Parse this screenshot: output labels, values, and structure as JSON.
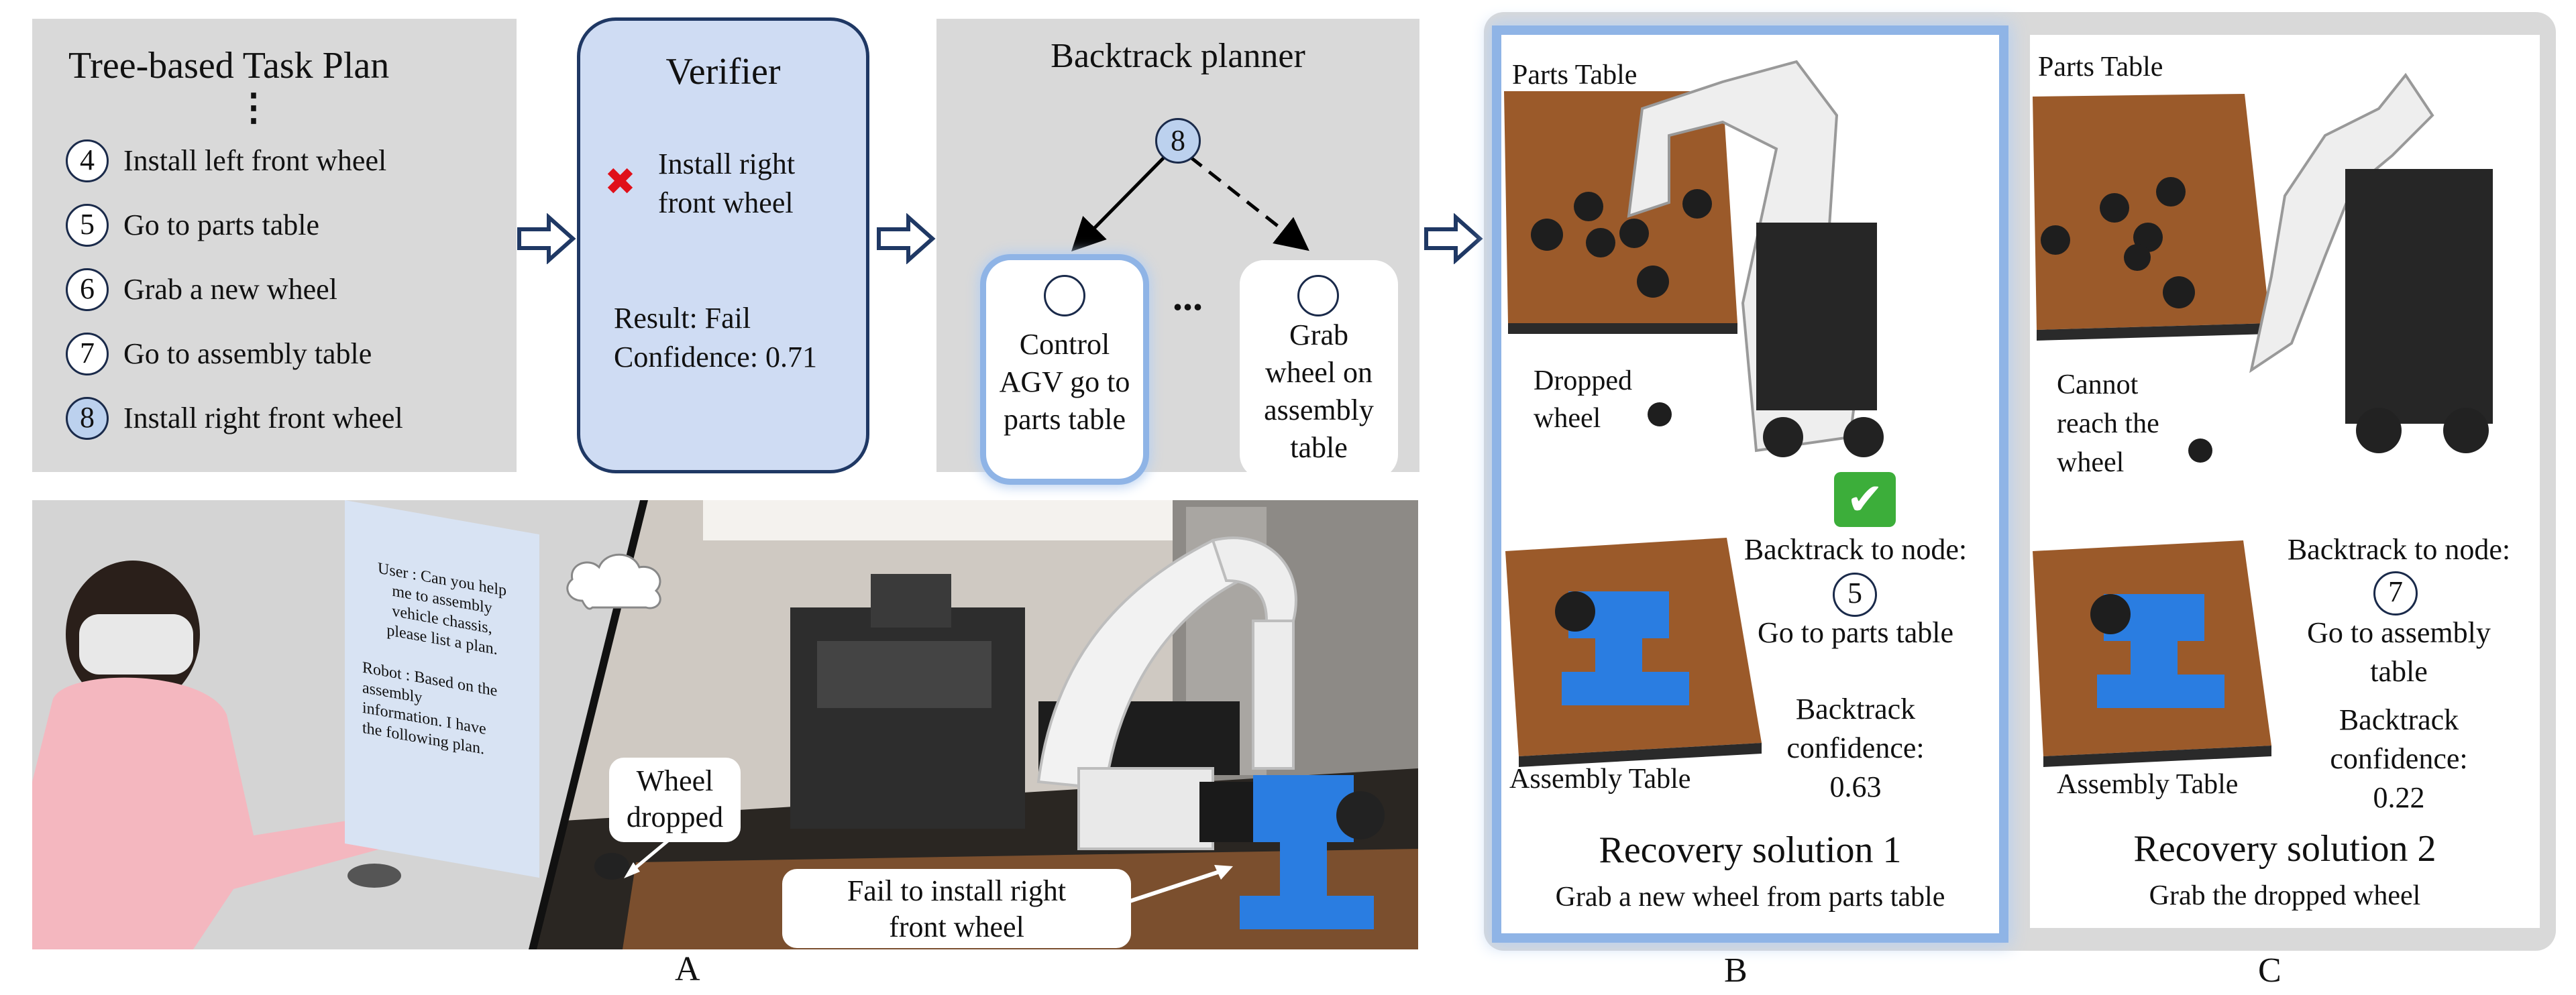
{
  "task_plan": {
    "title": "Tree-based Task Plan",
    "ellipsis": "⋮",
    "items": [
      {
        "num": "4",
        "label": "Install left front wheel"
      },
      {
        "num": "5",
        "label": "Go to parts table"
      },
      {
        "num": "6",
        "label": "Grab a new wheel"
      },
      {
        "num": "7",
        "label": "Go to assembly table"
      },
      {
        "num": "8",
        "label": "Install right front wheel"
      }
    ]
  },
  "verifier": {
    "title": "Verifier",
    "fail_mark": "✖",
    "task_line1": "Install right",
    "task_line2": "front wheel",
    "result": "Result: Fail",
    "confidence": "Confidence: 0.71"
  },
  "backtrack_planner": {
    "title": "Backtrack planner",
    "root": "8",
    "ellipsis": "...",
    "left_node": [
      "Control",
      "AGV go to",
      "parts table"
    ],
    "right_node": [
      "Grab",
      "wheel on",
      "assembly",
      "table"
    ]
  },
  "scene_a": {
    "dialog_user": [
      "User : Can you help",
      "me to assembly",
      "vehicle chassis,",
      "please list a plan."
    ],
    "dialog_robot": [
      "Robot : Based on the",
      "assembly",
      "information. I have",
      "the following plan."
    ],
    "wheel_dropped": [
      "Wheel",
      "dropped"
    ],
    "fail_install": [
      "Fail to install right",
      "front wheel"
    ],
    "label": "A"
  },
  "solution_b": {
    "parts_table": "Parts Table",
    "dropped_wheel": [
      "Dropped",
      "wheel"
    ],
    "check_mark": "✔",
    "backtrack_to": "Backtrack to node:",
    "node": "5",
    "node_label": "Go to parts table",
    "confidence": [
      "Backtrack",
      "confidence:",
      "0.63"
    ],
    "assembly_table": "Assembly Table",
    "title": "Recovery solution 1",
    "subtitle": "Grab a new wheel from parts table",
    "label": "B"
  },
  "solution_c": {
    "parts_table": "Parts Table",
    "cannot_reach": [
      "Cannot",
      "reach the",
      "wheel"
    ],
    "backtrack_to": "Backtrack to node:",
    "node": "7",
    "node_label": [
      "Go to assembly",
      "table"
    ],
    "confidence": [
      "Backtrack",
      "confidence:",
      "0.22"
    ],
    "assembly_table": "Assembly Table",
    "title": "Recovery solution 2",
    "subtitle": "Grab the dropped wheel",
    "label": "C"
  },
  "colors": {
    "panel_grey": "#d9d9d9",
    "verifier_fill": "#cfdcf3",
    "accent_blue": "#1f3864",
    "highlight_blue": "#8fb4e6",
    "wood": "#a0622d",
    "robot_blue": "#2a7de1"
  }
}
